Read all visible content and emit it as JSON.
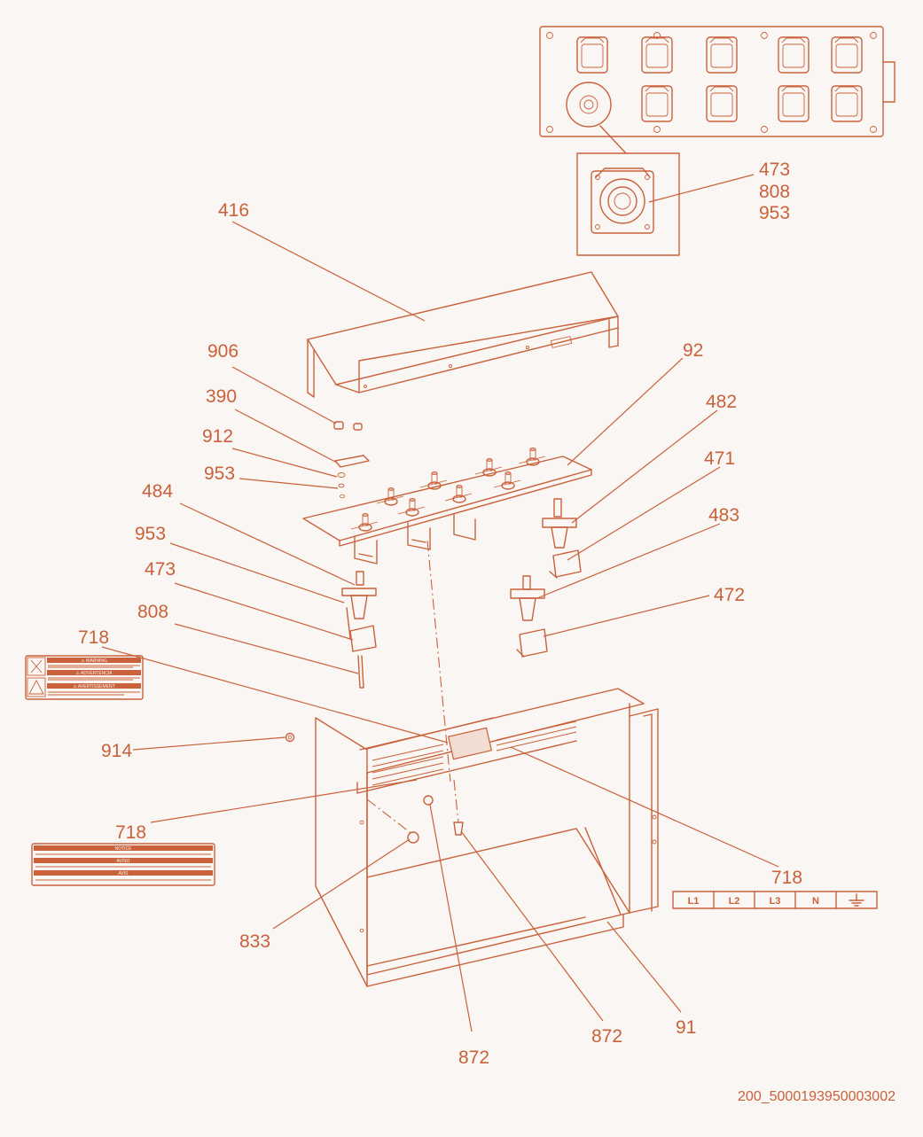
{
  "diagram": {
    "callouts": {
      "c473_top": "473",
      "c808_top": "808",
      "c953_top": "953",
      "c416": "416",
      "c906": "906",
      "c390": "390",
      "c912": "912",
      "c953_a": "953",
      "c484": "484",
      "c953_b": "953",
      "c473": "473",
      "c808": "808",
      "c718_a": "718",
      "c914": "914",
      "c718_b": "718",
      "c833": "833",
      "c872_a": "872",
      "c872_b": "872",
      "c91": "91",
      "c718_c": "718",
      "c92": "92",
      "c482": "482",
      "c471": "471",
      "c483": "483",
      "c472": "472"
    },
    "terminal_labels": [
      "L1",
      "L2",
      "L3",
      "N"
    ],
    "ground_symbol": "ground-icon",
    "document_number": "200_5000193950003002",
    "warning_label": {
      "heading_1": "⚠ WARNING",
      "heading_2": "⚠ ADVERTENCIA",
      "heading_3": "⚠ AVERTISSEMENT"
    },
    "notice_label": {
      "heading_1": "NOTICE",
      "heading_2": "AVISO",
      "heading_3": "AVIS"
    },
    "colors": {
      "line": "#c9613a",
      "background": "#faf6f3"
    }
  }
}
